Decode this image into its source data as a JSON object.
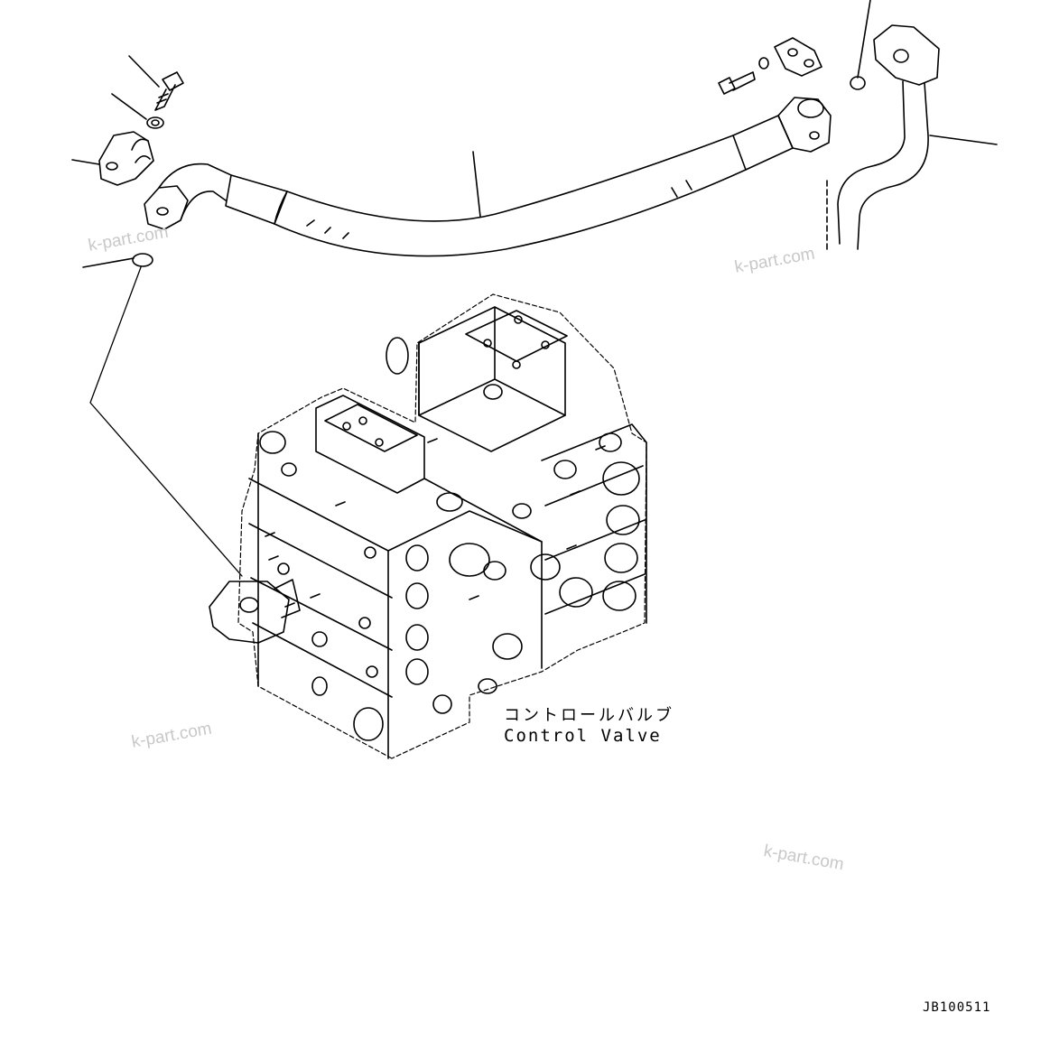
{
  "labels": {
    "component_jp": "コントロールバルブ",
    "component_en": "Control Valve",
    "drawing_code": "JB100511"
  },
  "watermarks": [
    "k-part.com",
    "k-part.com",
    "k-part.com",
    "k-part.com"
  ]
}
